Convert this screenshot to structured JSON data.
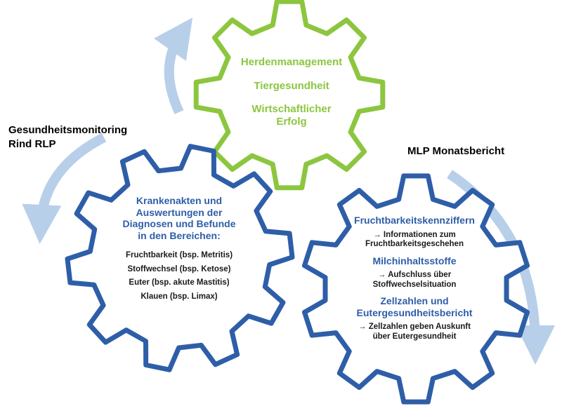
{
  "colors": {
    "green_gear": "#8cc63f",
    "blue_gear": "#2e5ea8",
    "arrow": "#b8cfe9"
  },
  "side_labels": {
    "left": [
      "Gesundheitsmonitoring",
      "Rind RLP"
    ],
    "right": "MLP Monatsbericht"
  },
  "top_gear": {
    "lines": [
      "Herdenmanagement",
      "Tiergesundheit",
      "Wirtschaftlicher",
      "Erfolg"
    ]
  },
  "left_gear": {
    "heading": [
      "Krankenakten und",
      "Auswertungen der",
      "Diagnosen und Befunde",
      "in den Bereichen:"
    ],
    "items": [
      "Fruchtbarkeit (bsp. Metritis)",
      "Stoffwechsel (bsp. Ketose)",
      "Euter (bsp. akute Mastitis)",
      "Klauen (bsp.  Limax)"
    ]
  },
  "right_gear": {
    "sections": [
      {
        "title": [
          "Fruchtbarkeitskennziffern"
        ],
        "detail": [
          "→ Informationen zum",
          "Fruchtbarkeitsgeschehen"
        ]
      },
      {
        "title": [
          "Milchinhaltsstoffe"
        ],
        "detail": [
          "→ Aufschluss über",
          "Stoffwechselsituation"
        ]
      },
      {
        "title": [
          "Zellzahlen und",
          "Eutergesundheitsbericht"
        ],
        "detail": [
          "→ Zellzahlen geben Auskunft",
          "über Eutergesundheit"
        ]
      }
    ]
  }
}
